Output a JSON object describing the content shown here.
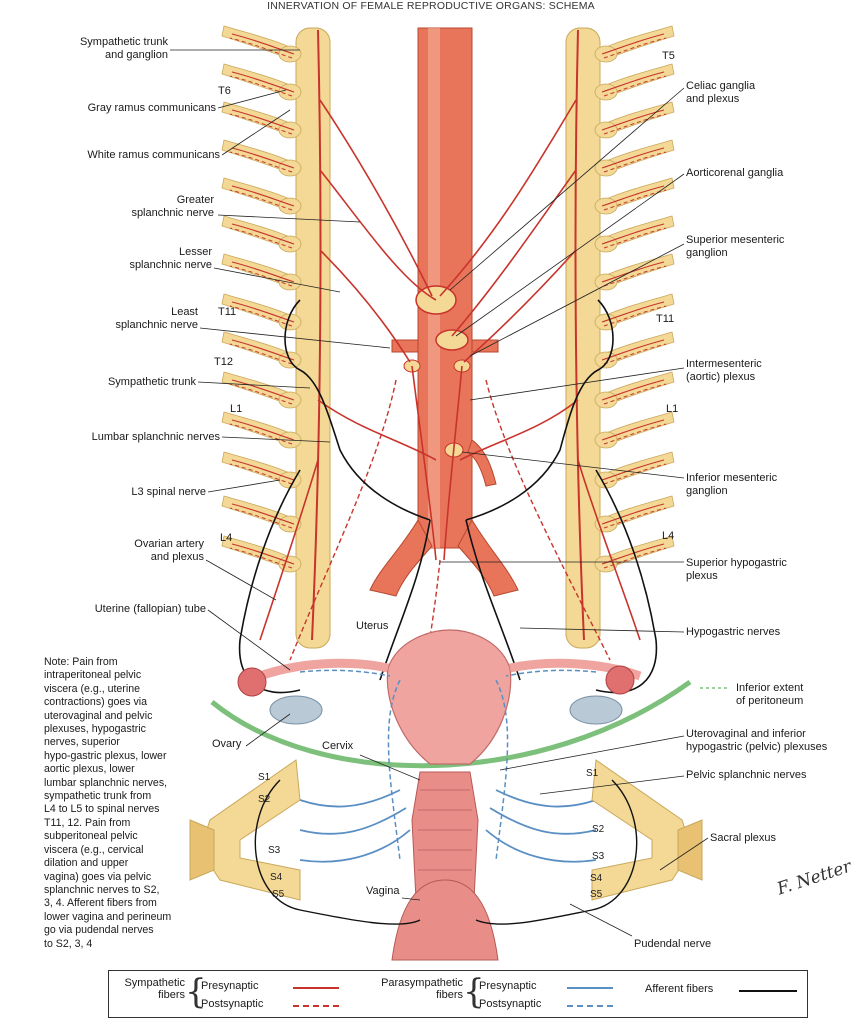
{
  "title": "INNERVATION OF FEMALE REPRODUCTIVE ORGANS: SCHEMA",
  "labels_left": {
    "sympathetic_trunk_ganglion": "Sympathetic trunk\nand ganglion",
    "t6": "T6",
    "gray_ramus": "Gray ramus communicans",
    "white_ramus": "White ramus communicans",
    "greater_splanchnic": "Greater\nsplanchnic nerve",
    "lesser_splanchnic": "Lesser\nsplanchnic nerve",
    "least_splanchnic": "Least\nsplanchnic nerve",
    "t11": "T11",
    "t12": "T12",
    "sympathetic_trunk": "Sympathetic trunk",
    "l1": "L1",
    "lumbar_splanchnic": "Lumbar splanchnic nerves",
    "l3_spinal": "L3 spinal nerve",
    "l4": "L4",
    "ovarian_artery": "Ovarian artery\nand plexus",
    "uterine_tube": "Uterine (fallopian) tube",
    "uterus": "Uterus",
    "ovary": "Ovary",
    "cervix": "Cervix",
    "vagina": "Vagina"
  },
  "labels_right": {
    "t5": "T5",
    "celiac": "Celiac ganglia\nand plexus",
    "aorticorenal": "Aorticorenal ganglia",
    "superior_mesenteric": "Superior mesenteric\nganglion",
    "t11": "T11",
    "intermesenteric": "Intermesenteric\n(aortic) plexus",
    "l1": "L1",
    "inferior_mesenteric": "Inferior mesenteric\nganglion",
    "l4": "L4",
    "superior_hypogastric": "Superior hypogastric\nplexus",
    "hypogastric_nerves": "Hypogastric nerves",
    "inferior_extent": "Inferior extent\nof peritoneum",
    "uterovaginal": "Uterovaginal and inferior\nhypogastric (pelvic) plexuses",
    "pelvic_splanchnic": "Pelvic splanchnic nerves",
    "sacral_plexus": "Sacral plexus",
    "pudendal": "Pudendal nerve"
  },
  "sacral_left": [
    "S1",
    "S2",
    "S3",
    "S4",
    "S5"
  ],
  "sacral_right": [
    "S1",
    "S2",
    "S3",
    "S4",
    "S5"
  ],
  "note": "Note: Pain from\nintraperitoneal pelvic\nviscera (e.g., uterine\ncontractions) goes via\nuterovaginal and pelvic\nplexuses, hypogastric\nnerves, superior\nhypo-gastric plexus, lower\naortic plexus, lower\nlumbar splanchnic nerves,\nsympathetic trunk from\nL4 to L5 to spinal nerves\nT11, 12.  Pain from\nsubperitoneal pelvic\nviscera (e.g., cervical\ndilation and upper\nvagina) goes via pelvic\nsplanchnic nerves to S2,\n3, 4.  Afferent fibers from\nlower vagina and perineum\ngo via pudendal nerves\nto S2, 3, 4",
  "legend": {
    "sympathetic": "Sympathetic\nfibers",
    "parasympathetic": "Parasympathetic\nfibers",
    "presynaptic": "Presynaptic",
    "postsynaptic": "Postsynaptic",
    "afferent": "Afferent fibers"
  },
  "signature": "F. Netter",
  "colors": {
    "sympathetic": "#c8342c",
    "parasympathetic": "#5a8fc4",
    "afferent": "#111111",
    "vertebra": "#f3d896",
    "artery": "#e8755a",
    "peritoneum": "#7cc07c"
  }
}
